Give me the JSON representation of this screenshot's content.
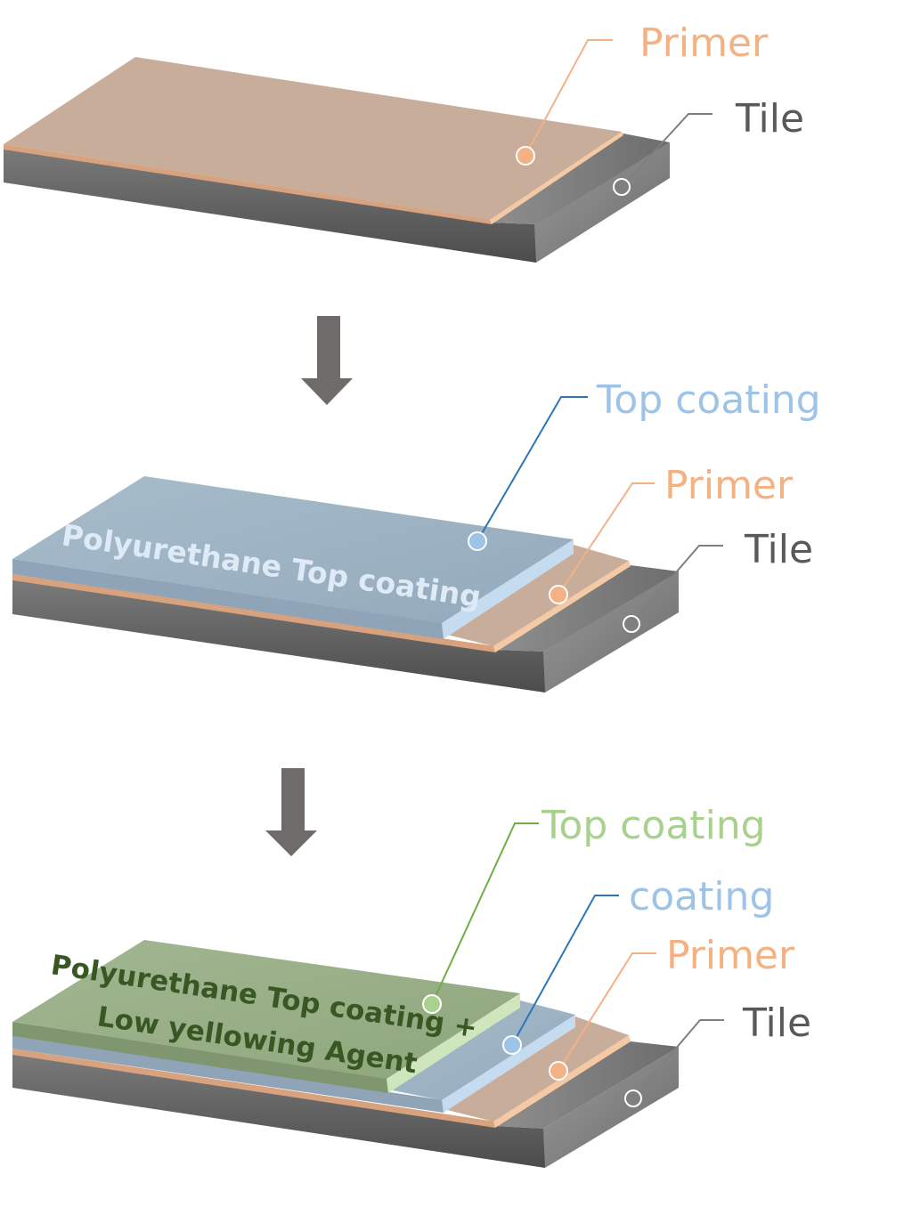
{
  "colors": {
    "primer": "#F4B183",
    "tile": "#595959",
    "top_coating": "#9DC3E6",
    "green_coating": "#A9D18E",
    "polyurethane_text": "#DEEBF7",
    "agent_text": "#385723",
    "arrow": "#706B6B"
  },
  "stages": [
    {
      "labels": {
        "primer": "Primer",
        "tile": "Tile"
      }
    },
    {
      "labels": {
        "top_coating": "Top coating",
        "primer": "Primer",
        "tile": "Tile"
      },
      "surface_text": "Polyurethane  Top coating"
    },
    {
      "labels": {
        "green_top": "Top coating",
        "coating": "coating",
        "primer": "Primer",
        "tile": "Tile"
      },
      "surface_text_line1": "Polyurethane  Top coating +",
      "surface_text_line2": "Low yellowing Agent"
    }
  ],
  "arrows": [
    {
      "icon": "down-arrow-icon"
    },
    {
      "icon": "down-arrow-icon"
    }
  ]
}
